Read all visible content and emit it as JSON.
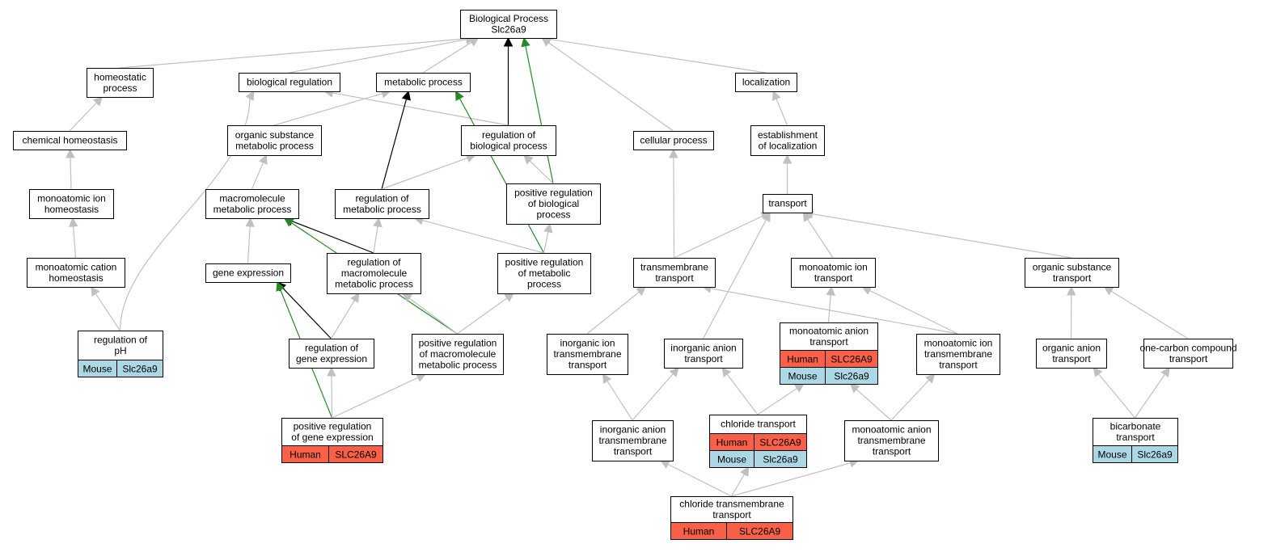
{
  "colors": {
    "gray_edge": "#c0c0c0",
    "black_edge": "#000000",
    "green_edge": "#228b22",
    "human": "#fa6048",
    "mouse": "#acd8e6",
    "node_border": "#000000",
    "node_fill": "#ffffff"
  },
  "nodes": [
    {
      "id": "bp",
      "lines": [
        "Biological Process",
        "Slc26a9"
      ]
    },
    {
      "id": "homeostatic",
      "lines": [
        "homeostatic",
        "process"
      ]
    },
    {
      "id": "bioreg",
      "lines": [
        "biological regulation"
      ]
    },
    {
      "id": "metabolic",
      "lines": [
        "metabolic process"
      ]
    },
    {
      "id": "localization",
      "lines": [
        "localization"
      ]
    },
    {
      "id": "chemhomeo",
      "lines": [
        "chemical homeostasis"
      ]
    },
    {
      "id": "orgsubmeta",
      "lines": [
        "organic substance",
        "metabolic process"
      ]
    },
    {
      "id": "regbio",
      "lines": [
        "regulation of",
        "biological process"
      ]
    },
    {
      "id": "cellular",
      "lines": [
        "cellular process"
      ]
    },
    {
      "id": "estloc",
      "lines": [
        "establishment",
        "of localization"
      ]
    },
    {
      "id": "ionhomeo",
      "lines": [
        "monoatomic ion",
        "homeostasis"
      ]
    },
    {
      "id": "macrometa",
      "lines": [
        "macromolecule",
        "metabolic process"
      ]
    },
    {
      "id": "regmeta",
      "lines": [
        "regulation of",
        "metabolic process"
      ]
    },
    {
      "id": "posregbio",
      "lines": [
        "positive regulation",
        "of biological",
        "process"
      ]
    },
    {
      "id": "transport",
      "lines": [
        "transport"
      ]
    },
    {
      "id": "cationhomeo",
      "lines": [
        "monoatomic cation",
        "homeostasis"
      ]
    },
    {
      "id": "geneexp",
      "lines": [
        "gene expression"
      ]
    },
    {
      "id": "regmacro",
      "lines": [
        "regulation of",
        "macromolecule",
        "metabolic process"
      ]
    },
    {
      "id": "posregmeta",
      "lines": [
        "positive regulation",
        "of metabolic",
        "process"
      ]
    },
    {
      "id": "tmtransport",
      "lines": [
        "transmembrane",
        "transport"
      ]
    },
    {
      "id": "iontransport",
      "lines": [
        "monoatomic ion",
        "transport"
      ]
    },
    {
      "id": "orgsubtransport",
      "lines": [
        "organic substance",
        "transport"
      ]
    },
    {
      "id": "regph",
      "lines": [
        "regulation of",
        "pH"
      ],
      "annots": [
        {
          "species": "Mouse",
          "gene": "Slc26a9"
        }
      ]
    },
    {
      "id": "regge",
      "lines": [
        "regulation of",
        "gene expression"
      ]
    },
    {
      "id": "posregmacro",
      "lines": [
        "positive regulation",
        "of macromolecule",
        "metabolic process"
      ]
    },
    {
      "id": "inorgiontm",
      "lines": [
        "inorganic ion",
        "transmembrane",
        "transport"
      ]
    },
    {
      "id": "inorganion",
      "lines": [
        "inorganic anion",
        "transport"
      ]
    },
    {
      "id": "anionmono",
      "lines": [
        "monoatomic anion",
        "transport"
      ],
      "annots": [
        {
          "species": "Human",
          "gene": "SLC26A9"
        },
        {
          "species": "Mouse",
          "gene": "Slc26a9"
        }
      ]
    },
    {
      "id": "iontm",
      "lines": [
        "monoatomic ion",
        "transmembrane",
        "transport"
      ]
    },
    {
      "id": "organion",
      "lines": [
        "organic anion",
        "transport"
      ]
    },
    {
      "id": "onecarbon",
      "lines": [
        "one-carbon compound",
        "transport"
      ]
    },
    {
      "id": "posregge",
      "lines": [
        "positive regulation",
        "of gene expression"
      ],
      "annots": [
        {
          "species": "Human",
          "gene": "SLC26A9"
        }
      ]
    },
    {
      "id": "inorganiontm",
      "lines": [
        "inorganic anion",
        "transmembrane",
        "transport"
      ]
    },
    {
      "id": "chloride",
      "lines": [
        "chloride transport"
      ],
      "annots": [
        {
          "species": "Human",
          "gene": "SLC26A9"
        },
        {
          "species": "Mouse",
          "gene": "Slc26a9"
        }
      ]
    },
    {
      "id": "anionmonotm",
      "lines": [
        "monoatomic anion",
        "transmembrane",
        "transport"
      ]
    },
    {
      "id": "bicarb",
      "lines": [
        "bicarbonate",
        "transport"
      ],
      "annots": [
        {
          "species": "Mouse",
          "gene": "Slc26a9"
        }
      ]
    },
    {
      "id": "chloridetm",
      "lines": [
        "chloride transmembrane",
        "transport"
      ],
      "annots": [
        {
          "species": "Human",
          "gene": "SLC26A9"
        }
      ]
    }
  ],
  "edges": [
    {
      "from": "homeostatic",
      "to": "bp",
      "color": "gray"
    },
    {
      "from": "bioreg",
      "to": "bp",
      "color": "gray"
    },
    {
      "from": "metabolic",
      "to": "bp",
      "color": "gray"
    },
    {
      "from": "localization",
      "to": "bp",
      "color": "gray"
    },
    {
      "from": "cellular",
      "to": "bp",
      "color": "gray"
    },
    {
      "from": "regbio",
      "to": "bp",
      "color": "black"
    },
    {
      "from": "posregbio",
      "to": "bp",
      "color": "green"
    },
    {
      "from": "chemhomeo",
      "to": "homeostatic",
      "color": "gray"
    },
    {
      "from": "ionhomeo",
      "to": "chemhomeo",
      "color": "gray"
    },
    {
      "from": "cationhomeo",
      "to": "ionhomeo",
      "color": "gray"
    },
    {
      "from": "regph",
      "to": "cationhomeo",
      "color": "gray"
    },
    {
      "from": "regph",
      "to": "bioreg",
      "color": "gray"
    },
    {
      "from": "orgsubmeta",
      "to": "metabolic",
      "color": "gray"
    },
    {
      "from": "regbio",
      "to": "bioreg",
      "color": "gray"
    },
    {
      "from": "regmeta",
      "to": "metabolic",
      "color": "black"
    },
    {
      "from": "posregmeta",
      "to": "metabolic",
      "color": "green"
    },
    {
      "from": "macrometa",
      "to": "orgsubmeta",
      "color": "gray"
    },
    {
      "from": "regmeta",
      "to": "regbio",
      "color": "gray"
    },
    {
      "from": "posregbio",
      "to": "regbio",
      "color": "gray"
    },
    {
      "from": "geneexp",
      "to": "macrometa",
      "color": "gray"
    },
    {
      "from": "regmacro",
      "to": "macrometa",
      "color": "black"
    },
    {
      "from": "posregmacro",
      "to": "macrometa",
      "color": "green"
    },
    {
      "from": "regmacro",
      "to": "regmeta",
      "color": "gray"
    },
    {
      "from": "posregmeta",
      "to": "regmeta",
      "color": "gray"
    },
    {
      "from": "posregmeta",
      "to": "posregbio",
      "color": "gray"
    },
    {
      "from": "regge",
      "to": "geneexp",
      "color": "black"
    },
    {
      "from": "posregge",
      "to": "geneexp",
      "color": "green"
    },
    {
      "from": "regge",
      "to": "regmacro",
      "color": "gray"
    },
    {
      "from": "posregmacro",
      "to": "regmacro",
      "color": "gray"
    },
    {
      "from": "posregmacro",
      "to": "posregmeta",
      "color": "gray"
    },
    {
      "from": "posregge",
      "to": "regge",
      "color": "gray"
    },
    {
      "from": "posregge",
      "to": "posregmacro",
      "color": "gray"
    },
    {
      "from": "estloc",
      "to": "localization",
      "color": "gray"
    },
    {
      "from": "transport",
      "to": "estloc",
      "color": "gray"
    },
    {
      "from": "tmtransport",
      "to": "cellular",
      "color": "gray"
    },
    {
      "from": "tmtransport",
      "to": "transport",
      "color": "gray"
    },
    {
      "from": "iontransport",
      "to": "transport",
      "color": "gray"
    },
    {
      "from": "orgsubtransport",
      "to": "transport",
      "color": "gray"
    },
    {
      "from": "inorganion",
      "to": "transport",
      "color": "gray"
    },
    {
      "from": "inorgiontm",
      "to": "tmtransport",
      "color": "gray"
    },
    {
      "from": "iontm",
      "to": "tmtransport",
      "color": "gray"
    },
    {
      "from": "anionmono",
      "to": "iontransport",
      "color": "gray"
    },
    {
      "from": "iontm",
      "to": "iontransport",
      "color": "gray"
    },
    {
      "from": "organion",
      "to": "orgsubtransport",
      "color": "gray"
    },
    {
      "from": "onecarbon",
      "to": "orgsubtransport",
      "color": "gray"
    },
    {
      "from": "inorganiontm",
      "to": "inorgiontm",
      "color": "gray"
    },
    {
      "from": "inorganiontm",
      "to": "inorganion",
      "color": "gray"
    },
    {
      "from": "chloride",
      "to": "inorganion",
      "color": "gray"
    },
    {
      "from": "chloride",
      "to": "anionmono",
      "color": "gray"
    },
    {
      "from": "anionmonotm",
      "to": "anionmono",
      "color": "gray"
    },
    {
      "from": "anionmonotm",
      "to": "iontm",
      "color": "gray"
    },
    {
      "from": "bicarb",
      "to": "organion",
      "color": "gray"
    },
    {
      "from": "bicarb",
      "to": "onecarbon",
      "color": "gray"
    },
    {
      "from": "chloridetm",
      "to": "inorganiontm",
      "color": "gray"
    },
    {
      "from": "chloridetm",
      "to": "chloride",
      "color": "gray"
    },
    {
      "from": "chloridetm",
      "to": "anionmonotm",
      "color": "gray"
    }
  ]
}
